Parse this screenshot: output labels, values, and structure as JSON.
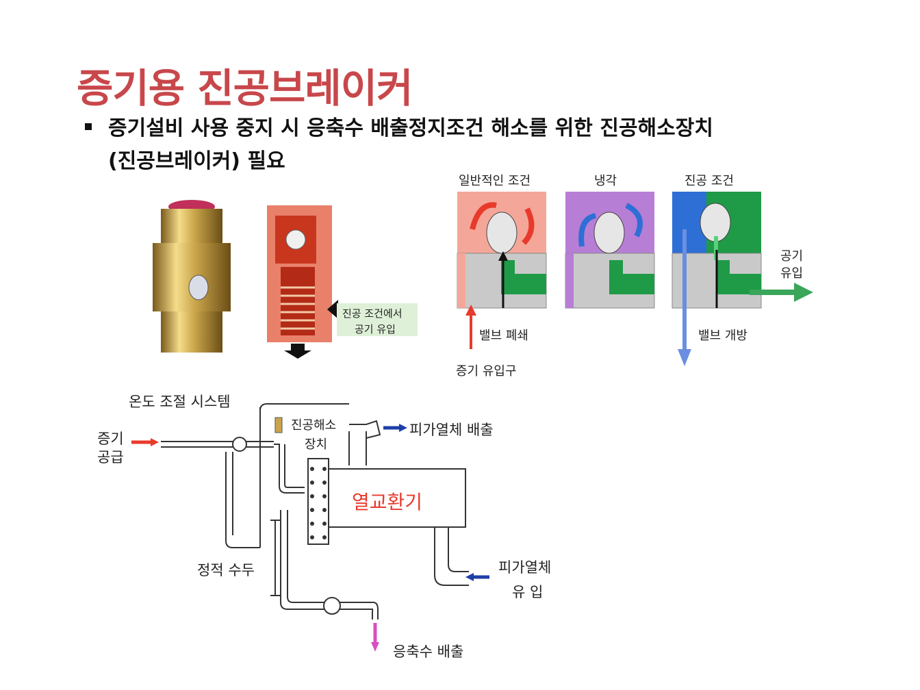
{
  "slide": {
    "title": "증기용 진공브레이커",
    "bullet_line1": "증기설비 사용 중지 시 응축수 배출정지조건 해소를 위한 진공해소장치",
    "bullet_line2": "(진공브레이커) 필요"
  },
  "cutaway": {
    "callout_line1": "진공 조건에서",
    "callout_line2": "공기 유입"
  },
  "valve_states": {
    "panel1_title": "일반적인 조건",
    "panel2_title": "냉각",
    "panel3_title": "진공 조건",
    "air_inlet_line1": "공기",
    "air_inlet_line2": "유입",
    "valve_closed": "밸브 폐쇄",
    "valve_open": "밸브 개방",
    "steam_inlet": "증기 유입구"
  },
  "system": {
    "temp_control": "온도 조절 시스템",
    "steam_supply_line1": "증기",
    "steam_supply_line2": "공급",
    "vacuum_breaker_line1": "진공해소",
    "vacuum_breaker_line2": "장치",
    "heated_fluid_out": "피가열체 배출",
    "heat_exchanger": "열교환기",
    "static_head": "정적 수두",
    "heated_fluid_in_line1": "피가열체",
    "heated_fluid_in_line2": "유  입",
    "condensate_out": "응축수 배출"
  },
  "colors": {
    "title": "#c8474b",
    "steam_red": "#e83a2c",
    "cooling_purple": "#b77ed6",
    "vacuum_green": "#1f9a47",
    "vacuum_blue": "#2e6fd6",
    "flow_blue": "#1f3fa8",
    "condensate_pink": "#d94fbf"
  }
}
